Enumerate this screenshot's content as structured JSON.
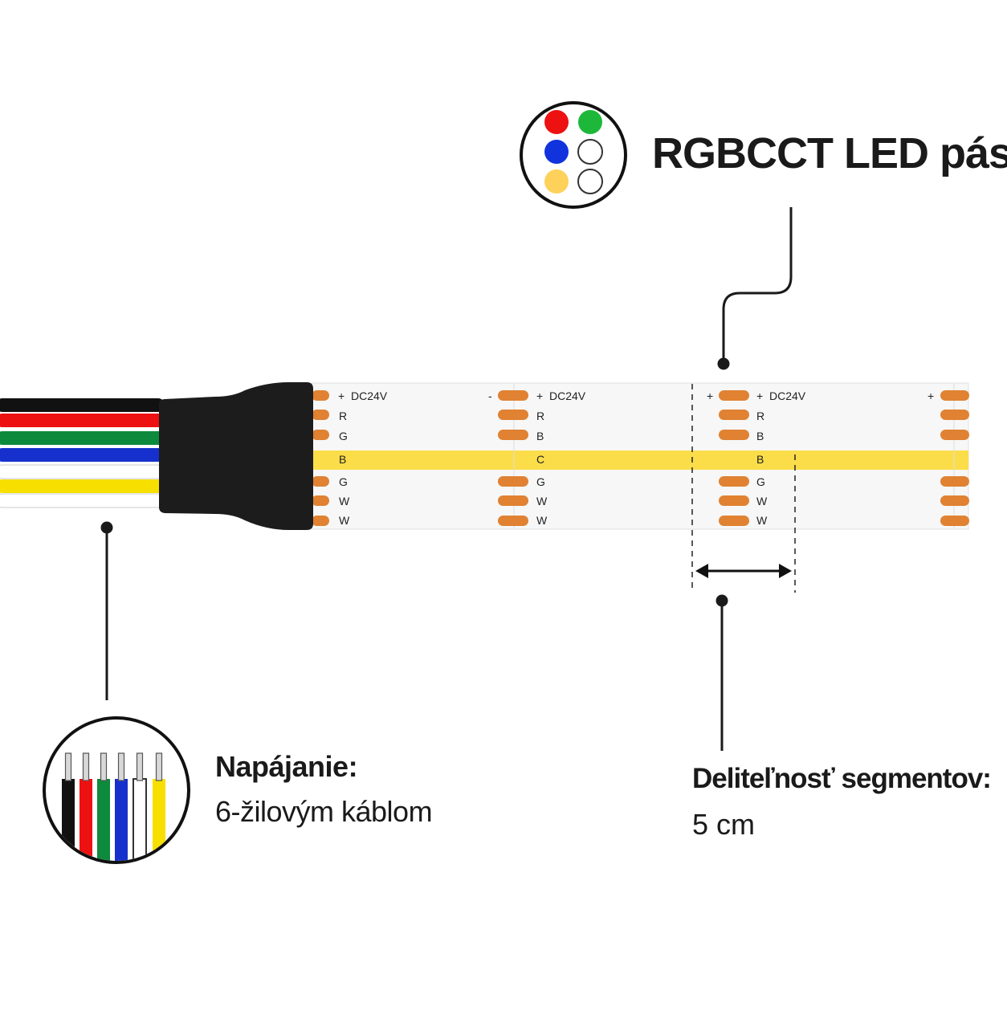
{
  "product": {
    "title": "RGBCCT LED pás"
  },
  "colors": {
    "red": "#ee1111",
    "green": "#1db83a",
    "blue": "#1133dd",
    "white": "#ffffff",
    "warm": "#fdd15a",
    "black": "#111111",
    "cable_green": "#0d8a3c",
    "cable_blue": "#1530cc",
    "cable_yellow": "#f7e000",
    "strip_yellow": "#fbdd4a",
    "pad": "#e08232"
  },
  "color_icon": {
    "name": "rgbcct-color-icon",
    "dots": [
      "red",
      "green",
      "blue",
      "white",
      "warm",
      "white"
    ]
  },
  "power": {
    "title": "Napájanie:",
    "text": "6-žilovým káblom",
    "icon": "six-wire-cable-icon",
    "wires": [
      "black",
      "red",
      "cable_green",
      "cable_blue",
      "white",
      "cable_yellow"
    ]
  },
  "segment": {
    "title": "Deliteľnosť segmentov:",
    "text": "5 cm"
  },
  "strip": {
    "voltage": "DC24V",
    "plus": "+",
    "minus": "-",
    "seg1_labels": [
      "R",
      "G",
      "B",
      "G",
      "W",
      "W"
    ],
    "seg2_labels": [
      "R",
      "B",
      "C",
      "G",
      "W",
      "W"
    ],
    "seg3_labels": [
      "R",
      "B",
      "B",
      "G",
      "W",
      "W"
    ]
  }
}
